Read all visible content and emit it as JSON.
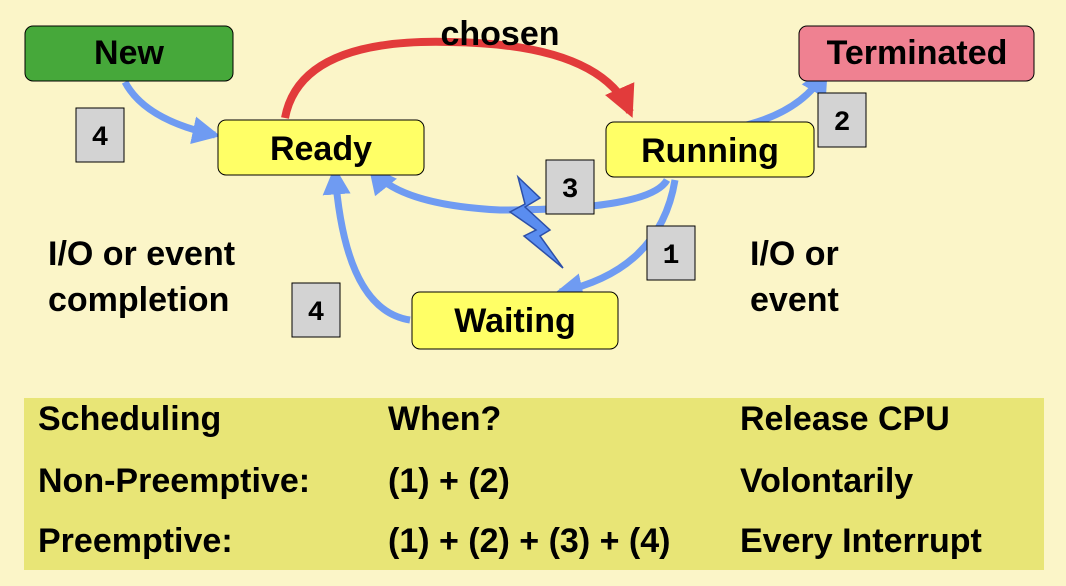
{
  "states": {
    "new": "New",
    "terminated": "Terminated",
    "ready": "Ready",
    "running": "Running",
    "waiting": "Waiting"
  },
  "transitions": {
    "chosen": "chosen",
    "io_completion_line1": "I/O or event",
    "io_completion_line2": "completion",
    "io_event_line1": "I/O or",
    "io_event_line2": "event"
  },
  "badges": {
    "new_to_ready": "4",
    "running_to_terminated": "2",
    "running_to_ready": "3",
    "running_to_waiting": "1",
    "waiting_to_ready": "4"
  },
  "table": {
    "headers": [
      "Scheduling",
      "When?",
      "Release CPU"
    ],
    "rows": [
      [
        "Non-Preemptive:",
        "(1) + (2)",
        "Volontarily"
      ],
      [
        "Preemptive:",
        "(1) + (2) + (3) + (4)",
        "Every Interrupt"
      ]
    ]
  },
  "colors": {
    "background": "#fbf5c8",
    "table_background": "#e8e576",
    "new_box": "#46a83a",
    "terminated_box": "#ef8191",
    "state_box": "#ffff66",
    "badge": "#d3d3d3",
    "arrow_blue": "#6f9bf2",
    "arrow_red": "#e23b3b",
    "lightning": "#5a8df0"
  }
}
